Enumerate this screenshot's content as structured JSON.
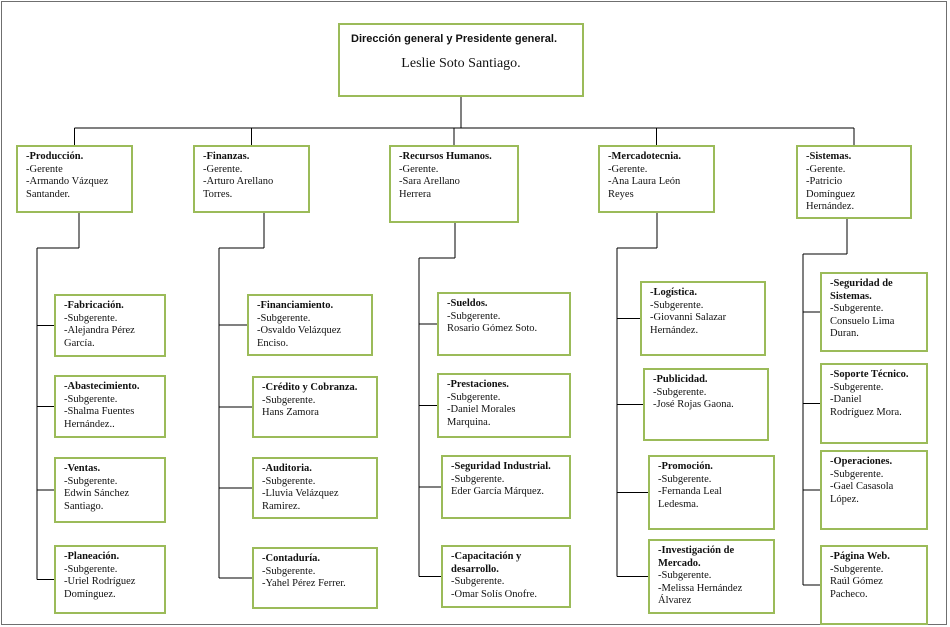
{
  "top": {
    "title": "Dirección general y Presidente general.",
    "name": "Leslie Soto Santiago."
  },
  "departments": [
    {
      "head": {
        "title": "-Producción.",
        "lines": [
          "-Gerente",
          "-Armando Vázquez",
          "Santander."
        ]
      },
      "subs": [
        {
          "title": "-Fabricación.",
          "lines": [
            "-Subgerente.",
            "-Alejandra Pérez",
            "García."
          ]
        },
        {
          "title": "-Abastecimiento.",
          "lines": [
            "-Subgerente.",
            "-Shalma Fuentes",
            "Hernández.."
          ]
        },
        {
          "title": "-Ventas.",
          "lines": [
            "-Subgerente.",
            "Edwin Sánchez",
            "Santiago."
          ]
        },
        {
          "title": "-Planeación.",
          "lines": [
            "-Subgerente.",
            "-Uriel Rodríguez",
            "Domínguez."
          ]
        }
      ]
    },
    {
      "head": {
        "title": "-Finanzas.",
        "lines": [
          "-Gerente.",
          "-Arturo Arellano",
          "Torres."
        ]
      },
      "subs": [
        {
          "title": "-Financiamiento.",
          "lines": [
            "-Subgerente.",
            "-Osvaldo Velázquez",
            "Enciso."
          ]
        },
        {
          "title": "-Crédito y Cobranza.",
          "lines": [
            "-Subgerente.",
            "Hans Zamora"
          ]
        },
        {
          "title": "-Auditoria.",
          "lines": [
            "-Subgerente.",
            "-Lluvia Velázquez",
            "Ramirez."
          ]
        },
        {
          "title": "-Contaduría.",
          "lines": [
            "-Subgerente.",
            "-Yahel Pérez Ferrer."
          ]
        }
      ]
    },
    {
      "head": {
        "title": "-Recursos Humanos.",
        "lines": [
          "-Gerente.",
          "-Sara Arellano",
          "Herrera"
        ]
      },
      "subs": [
        {
          "title": "-Sueldos.",
          "lines": [
            "-Subgerente.",
            "Rosario Gómez Soto."
          ]
        },
        {
          "title": "-Prestaciones.",
          "lines": [
            "-Subgerente.",
            "-Daniel Morales",
            "Marquina."
          ]
        },
        {
          "title": "-Seguridad Industrial.",
          "lines": [
            "-Subgerente.",
            "Eder García Márquez."
          ]
        },
        {
          "title": "-Capacitación y desarrollo.",
          "lines": [
            "-Subgerente.",
            "-Omar Solís Onofre."
          ]
        }
      ]
    },
    {
      "head": {
        "title": "-Mercadotecnia.",
        "lines": [
          "-Gerente.",
          "-Ana Laura León",
          "Reyes"
        ]
      },
      "subs": [
        {
          "title": "-Logística.",
          "lines": [
            "-Subgerente.",
            "-Giovanni Salazar",
            "Hernández."
          ]
        },
        {
          "title": "-Publicidad.",
          "lines": [
            "-Subgerente.",
            "-José Rojas Gaona."
          ]
        },
        {
          "title": "-Promoción.",
          "lines": [
            "-Subgerente.",
            "-Fernanda Leal",
            "Ledesma."
          ]
        },
        {
          "title": "-Investigación de Mercado.",
          "lines": [
            "-Subgerente.",
            "-Melissa Hernández",
            "Álvarez"
          ]
        }
      ]
    },
    {
      "head": {
        "title": "-Sistemas.",
        "lines": [
          "-Gerente.",
          "-Patricio",
          "Domínguez",
          "Hernández."
        ]
      },
      "subs": [
        {
          "title": "-Seguridad de Sistemas.",
          "lines": [
            "-Subgerente.",
            "Consuelo Lima",
            "Duran."
          ]
        },
        {
          "title": "-Soporte Técnico.",
          "lines": [
            "-Subgerente.",
            "-Daniel",
            "Rodríguez Mora."
          ]
        },
        {
          "title": "-Operaciones.",
          "lines": [
            "-Subgerente.",
            "-Gael Casasola",
            "López."
          ]
        },
        {
          "title": "-Página Web.",
          "lines": [
            "-Subgerente.",
            "Raúl Gómez",
            "Pacheco."
          ]
        }
      ]
    }
  ]
}
